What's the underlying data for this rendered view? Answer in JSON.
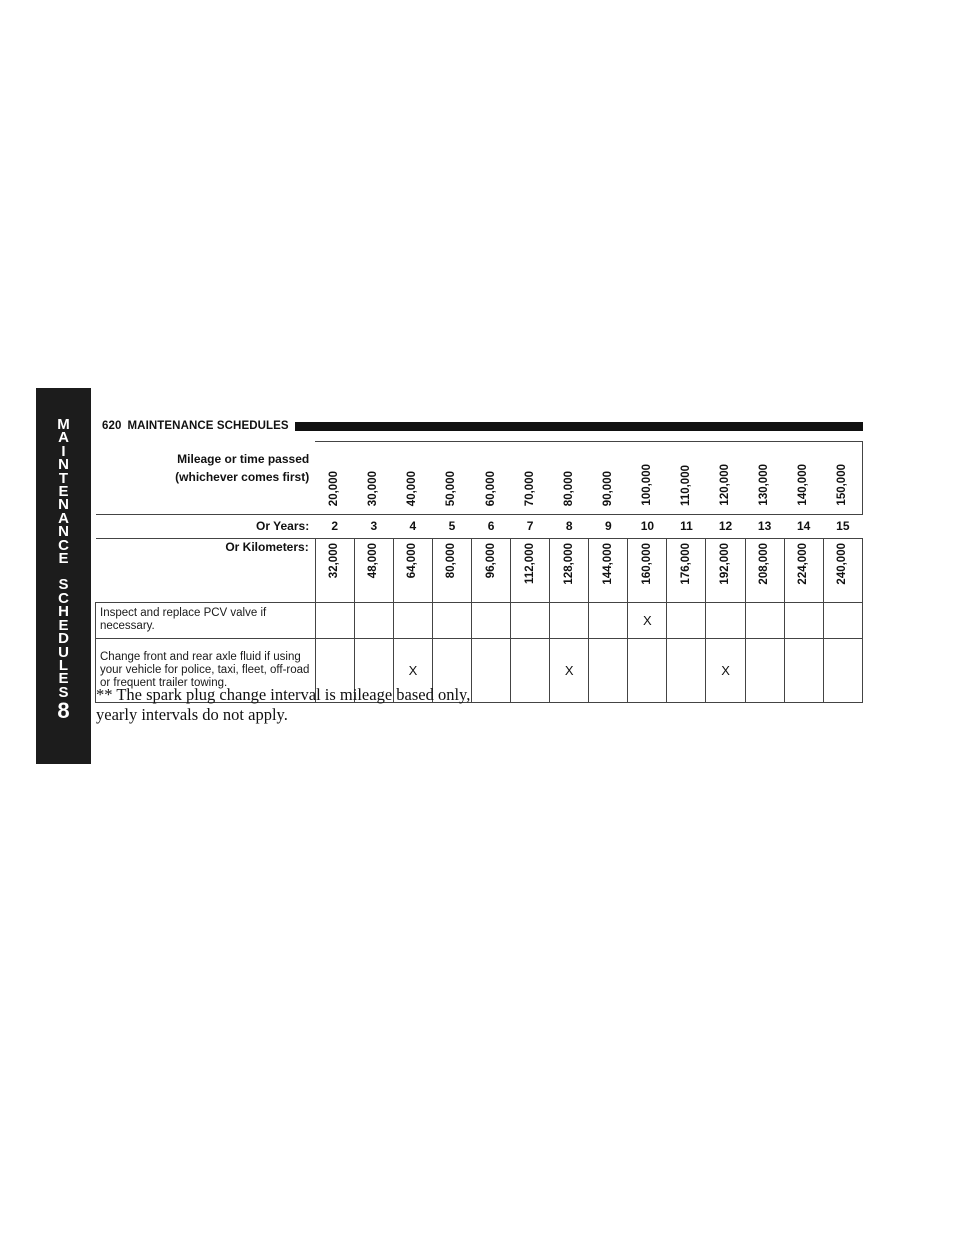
{
  "side_tab": {
    "letters": [
      "M",
      "A",
      "I",
      "N",
      "T",
      "E",
      "N",
      "A",
      "N",
      "C",
      "E",
      "",
      "S",
      "C",
      "H",
      "E",
      "D",
      "U",
      "L",
      "E",
      "S"
    ],
    "chapter_number": "8"
  },
  "header": {
    "page_number": "620",
    "section_title": "MAINTENANCE SCHEDULES"
  },
  "table": {
    "miles_label_line1": "Mileage or time passed",
    "miles_label_line2": "(whichever comes first)",
    "miles": [
      "20,000",
      "30,000",
      "40,000",
      "50,000",
      "60,000",
      "70,000",
      "80,000",
      "90,000",
      "100,000",
      "110,000",
      "120,000",
      "130,000",
      "140,000",
      "150,000"
    ],
    "years_label": "Or Years:",
    "years": [
      "2",
      "3",
      "4",
      "5",
      "6",
      "7",
      "8",
      "9",
      "10",
      "11",
      "12",
      "13",
      "14",
      "15"
    ],
    "km_label": "Or Kilometers:",
    "kilometers": [
      "32,000",
      "48,000",
      "64,000",
      "80,000",
      "96,000",
      "112,000",
      "128,000",
      "144,000",
      "160,000",
      "176,000",
      "192,000",
      "208,000",
      "224,000",
      "240,000"
    ],
    "tasks": [
      {
        "label": "Inspect and replace PCV valve if necessary.",
        "marks": [
          "",
          "",
          "",
          "",
          "",
          "",
          "",
          "",
          "X",
          "",
          "",
          "",
          "",
          ""
        ]
      },
      {
        "label": "Change front and rear axle fluid if using your vehicle for police, taxi, fleet, off-road or frequent trailer towing.",
        "marks": [
          "",
          "",
          "X",
          "",
          "",
          "",
          "X",
          "",
          "",
          "",
          "X",
          "",
          "",
          ""
        ]
      }
    ]
  },
  "footnote": {
    "line1": "** The spark plug change interval is mileage based only,",
    "line2": "yearly intervals do not apply."
  }
}
